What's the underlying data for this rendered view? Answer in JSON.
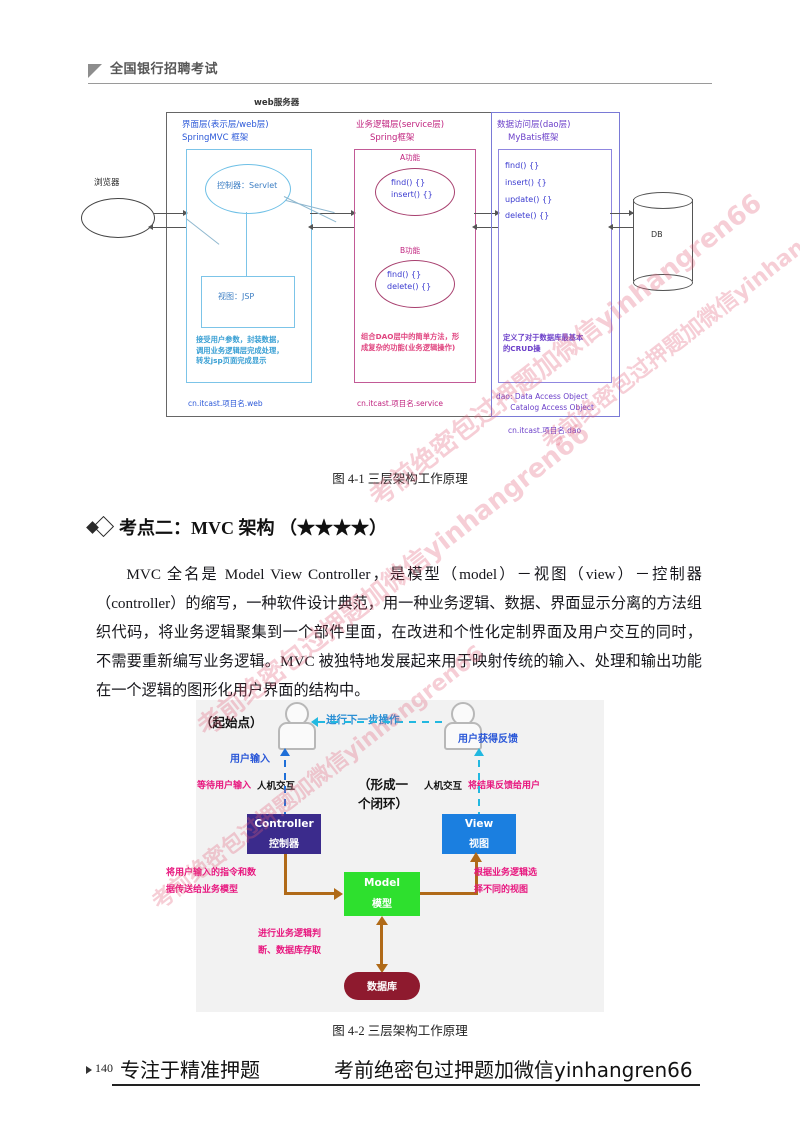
{
  "header": {
    "title": "全国银行招聘考试"
  },
  "figure1": {
    "webserver": "web服务器",
    "browser": "浏览器",
    "db": "DB",
    "web_layer": {
      "title": "界面层(表示层/web层)",
      "framework": "SpringMVC 框架",
      "controller": "控制器：Servlet",
      "view": "视图：JSP",
      "note": "接受用户参数，封装数据，\n调用业务逻辑层完成处理，\n转发jsp页面完成显示",
      "package": "cn.itcast.项目名.web"
    },
    "service_layer": {
      "title": "业务逻辑层(service层)",
      "framework": "Spring框架",
      "a_label": "A功能",
      "a_methods": "find() {}\ninsert() {}",
      "b_label": "B功能",
      "b_methods": "find() {}\ndelete() {}",
      "note": "组合DAO层中的简单方法，形\n成复杂的功能(业务逻辑操作)",
      "package": "cn.itcast.项目名.service"
    },
    "dao_layer": {
      "title": "数据访问层(dao层)",
      "framework": "MyBatis框架",
      "methods": "find() {}\ninsert() {}\nupdate() {}\ndelete() {}",
      "note": "定义了对于数据库最基本\n的CRUD操",
      "definition": "dao: Data Access Object\n      Catalog Access Object",
      "package": "cn.itcast.项目名.dao"
    },
    "caption": "图 4-1  三层架构工作原理"
  },
  "heading": {
    "text": "考点二：MVC 架构 （★★★★）"
  },
  "paragraph": {
    "text": "MVC 全名是 Model View Controller，是模型（model）－视图（view）－控制器（controller）的缩写，一种软件设计典范，用一种业务逻辑、数据、界面显示分离的方法组织代码，将业务逻辑聚集到一个部件里面，在改进和个性化定制界面及用户交互的同时，不需要重新编写业务逻辑。MVC 被独特地发展起来用于映射传统的输入、处理和输出功能在一个逻辑的图形化用户界面的结构中。"
  },
  "figure2": {
    "start_point": "（起始点）",
    "next_step": "进行下一步操作",
    "user_feedback": "用户获得反馈",
    "user_input": "用户输入",
    "wait_input": "等待用户输入",
    "hci_left": "人机交互",
    "hci_right": "人机交互",
    "result_to_user": "将结果反馈给用户",
    "loop_label": "（形成一\n个闭环）",
    "controller_en": "Controller",
    "controller_cn": "控制器",
    "view_en": "View",
    "view_cn": "视图",
    "model_en": "Model",
    "model_cn": "模型",
    "database_cn": "数据库",
    "note_controller_to_model": "将用户输入的指令和数\n据传送给业务模型",
    "note_model_to_view": "根据业务逻辑选\n择不同的视图",
    "note_model_to_db": "进行业务逻辑判\n断、数据库存取",
    "caption": "图 4-2  三层架构工作原理"
  },
  "footer": {
    "page_number": "140",
    "left_text": "专注于精准押题",
    "right_text": "考前绝密包过押题加微信yinhangren66"
  },
  "watermark": {
    "text": "考前绝密包过押题加微信yinhangren66"
  }
}
